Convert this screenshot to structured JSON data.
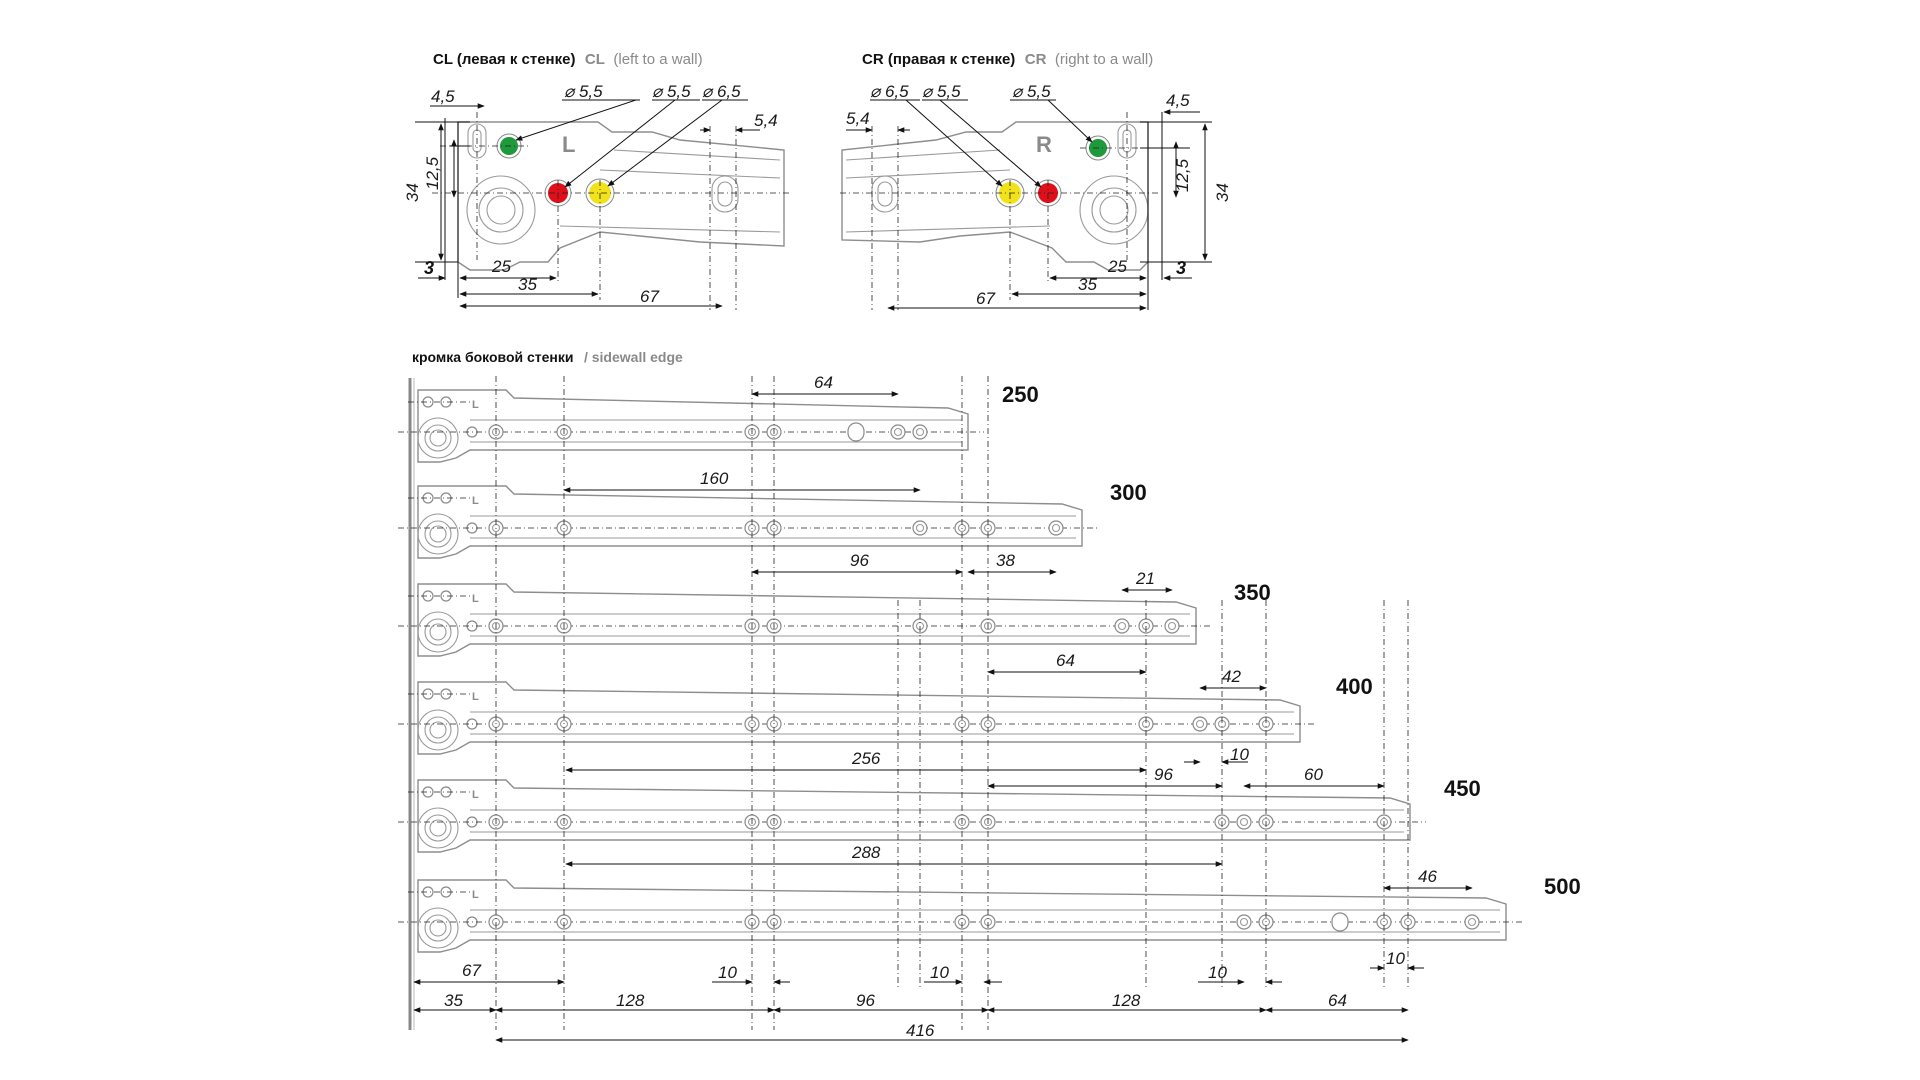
{
  "colors": {
    "green": "#1e9a3c",
    "red": "#e0101a",
    "yellow": "#f2e21a",
    "part_stroke": "#8d8d8d",
    "text": "#111111",
    "gray_text": "#8a8a8a"
  },
  "left_detail": {
    "title_bold": "CL (левая к стенке)",
    "title_gray_bold": "CL",
    "title_gray": "(left to a wall)",
    "letter": "L",
    "dims": [
      "4,5",
      "⌀ 5,5",
      "⌀ 5,5",
      "⌀ 6,5",
      "5,4",
      "34",
      "12,5",
      "3",
      "25",
      "35",
      "67"
    ]
  },
  "right_detail": {
    "title_bold": "CR (правая к стенке)",
    "title_gray_bold": "CR",
    "title_gray": "(right to a wall)",
    "letter": "R",
    "dims": [
      "⌀ 6,5",
      "⌀ 5,5",
      "⌀ 5,5",
      "5,4",
      "4,5",
      "12,5",
      "34",
      "3",
      "25",
      "35",
      "67"
    ]
  },
  "sidewall": {
    "label_bold": "кромка боковой стенки",
    "label_gray": "/ sidewall edge",
    "rail_letter": "L"
  },
  "rails": [
    {
      "length": "250",
      "dims": [
        "64"
      ]
    },
    {
      "length": "300",
      "dims": [
        "160",
        "96",
        "38"
      ]
    },
    {
      "length": "350",
      "dims": [
        "21",
        "64"
      ]
    },
    {
      "length": "400",
      "dims": [
        "42",
        "256",
        "96",
        "10"
      ]
    },
    {
      "length": "450",
      "dims": [
        "60",
        "288"
      ]
    },
    {
      "length": "500",
      "dims": [
        "46",
        "10"
      ]
    }
  ],
  "bottom_dims": [
    "67",
    "10",
    "10",
    "10",
    "35",
    "128",
    "96",
    "128",
    "64",
    "416"
  ]
}
